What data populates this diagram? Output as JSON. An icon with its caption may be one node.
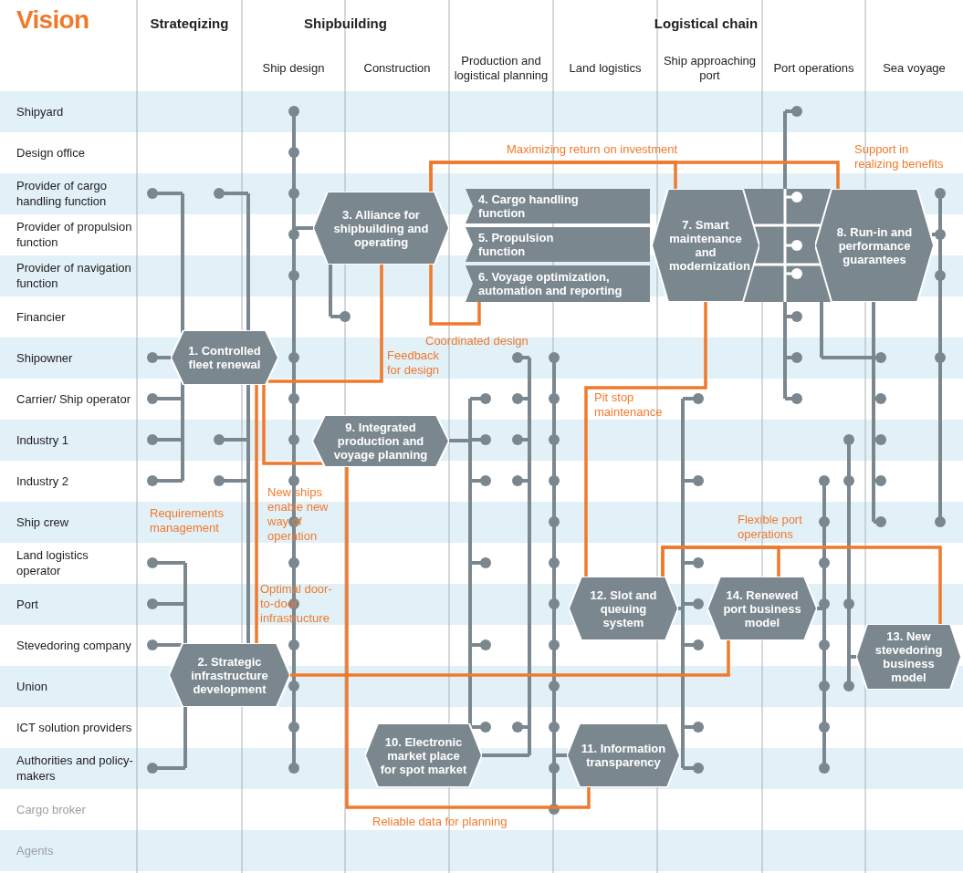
{
  "diagram": {
    "nodes": [
      {
        "text": [
          "1. Controlled fleet renewal"
        ]
      },
      {
        "text": [
          "2. Strategic infrastructure development"
        ]
      },
      {
        "text": [
          "3. Alliance for shipbuilding and operating"
        ]
      },
      {
        "text": [
          "4. Cargo handling function"
        ]
      },
      {
        "text": [
          "5. Propulsion function"
        ]
      },
      {
        "text": [
          "6. Voyage optimization, automation and reporting"
        ]
      },
      {
        "text": [
          "7. Smart maintenance and modernization"
        ]
      },
      {
        "text": [
          "8. Run-in and performance guarantees"
        ]
      },
      {
        "text": [
          "9. Integrated production and voyage planning"
        ]
      },
      {
        "text": [
          "10. Electronic market place for spot market"
        ]
      },
      {
        "text": [
          "11. Information transparency"
        ]
      },
      {
        "text": [
          "12. Slot and queuing system"
        ]
      },
      {
        "text": [
          "14. Renewed port business model"
        ]
      },
      {
        "text": [
          "13. New stevedoring business model"
        ]
      }
    ],
    "edges": [
      {
        "from": 2,
        "to": 7,
        "arrow": "none",
        "label": "Maximizing return on investment"
      },
      {
        "from": 2,
        "to": 6,
        "arrow": "none"
      },
      {
        "from": 2,
        "to": 5,
        "arrow": "none",
        "label": "Coordinated design"
      },
      {
        "from": 0,
        "to": 2,
        "arrow": "none",
        "label": "Feedback for design"
      },
      {
        "from": 0,
        "to": 8,
        "arrow": "none",
        "label": "New ships enable new way of operation"
      },
      {
        "from": 0,
        "to": 1,
        "arrow": "none",
        "label": "Optimal door-to-door infrastructure"
      },
      {
        "from": 1,
        "to": 12,
        "arrow": "none"
      },
      {
        "from": 8,
        "to": 10,
        "arrow": "none",
        "label": "Reliable data for planning"
      },
      {
        "from": 6,
        "to": 11,
        "arrow": "none",
        "label": "Pit stop maintenance"
      },
      {
        "from": 11,
        "to": 13,
        "arrow": "none",
        "label": "Flexible port operations"
      },
      {
        "from": 11,
        "to": 12,
        "arrow": "none"
      }
    ],
    "labels": [
      "Vision",
      "Strateqizing",
      "Shipbuilding",
      "Logistical chain",
      "Ship design",
      "Construction",
      "Production and logistical planning",
      "Land logistics",
      "Ship approaching port",
      "Port operations",
      "Sea voyage",
      "Shipyard",
      "Design office",
      "Provider of cargo handling function",
      "Provider of propulsion function",
      "Provider of navigation function",
      "Financier",
      "Shipowner",
      "Carrier/ Ship operator",
      "Industry 1",
      "Industry 2",
      "Ship crew",
      "Land logistics operator",
      "Port",
      "Stevedoring company",
      "Union",
      "ICT solution providers",
      "Authorities and policy-makers",
      "Cargo broker",
      "Agents",
      "Support in realizing benefits",
      "Requirements management"
    ]
  }
}
